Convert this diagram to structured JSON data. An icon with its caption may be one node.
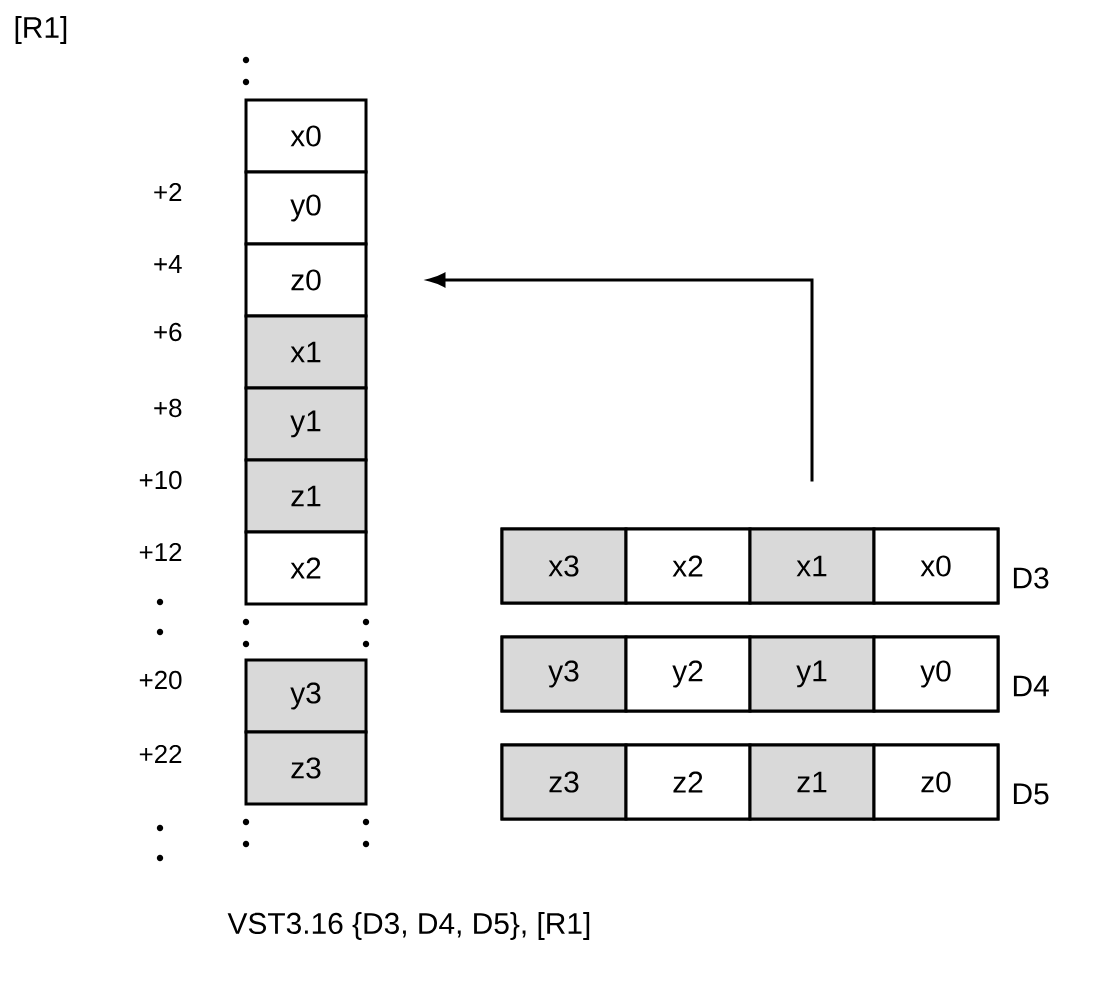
{
  "diagram": {
    "nodes": [
      {
        "text": [
          "x0"
        ]
      },
      {
        "text": [
          "y0"
        ]
      },
      {
        "text": [
          "z0"
        ]
      },
      {
        "text": [
          "x1"
        ]
      },
      {
        "text": [
          "y1"
        ]
      },
      {
        "text": [
          "z1"
        ]
      },
      {
        "text": [
          "x2"
        ]
      },
      {
        "text": [
          "y3"
        ]
      },
      {
        "text": [
          "z3"
        ]
      },
      {
        "text": [],
        "shape": "bar",
        "beside": [
          "D3"
        ]
      },
      {
        "text": [
          "x3"
        ],
        "in": 9
      },
      {
        "text": [
          "x2"
        ],
        "in": 9
      },
      {
        "text": [
          "x1"
        ],
        "in": 9
      },
      {
        "text": [
          "x0"
        ],
        "in": 9
      },
      {
        "text": [],
        "shape": "bar",
        "beside": [
          "D4"
        ]
      },
      {
        "text": [
          "y3"
        ],
        "in": 14
      },
      {
        "text": [
          "y2"
        ],
        "in": 14
      },
      {
        "text": [
          "y1"
        ],
        "in": 14
      },
      {
        "text": [
          "y0"
        ],
        "in": 14
      },
      {
        "text": [],
        "shape": "bar",
        "beside": [
          "D5"
        ]
      },
      {
        "text": [
          "z3"
        ],
        "in": 19
      },
      {
        "text": [
          "z2"
        ],
        "in": 19
      },
      {
        "text": [
          "z1"
        ],
        "in": 19
      },
      {
        "text": [
          "z0"
        ],
        "in": 19
      }
    ],
    "edges": [
      {
        "from": 9,
        "to": 2,
        "arrow": "to"
      }
    ],
    "labels": [
      "[R1]",
      "+2",
      "+4",
      "+6",
      "+8",
      "+10",
      "+12",
      "+20",
      "+22",
      "VST3.16 {D3, D4, D5}, [R1]"
    ]
  }
}
